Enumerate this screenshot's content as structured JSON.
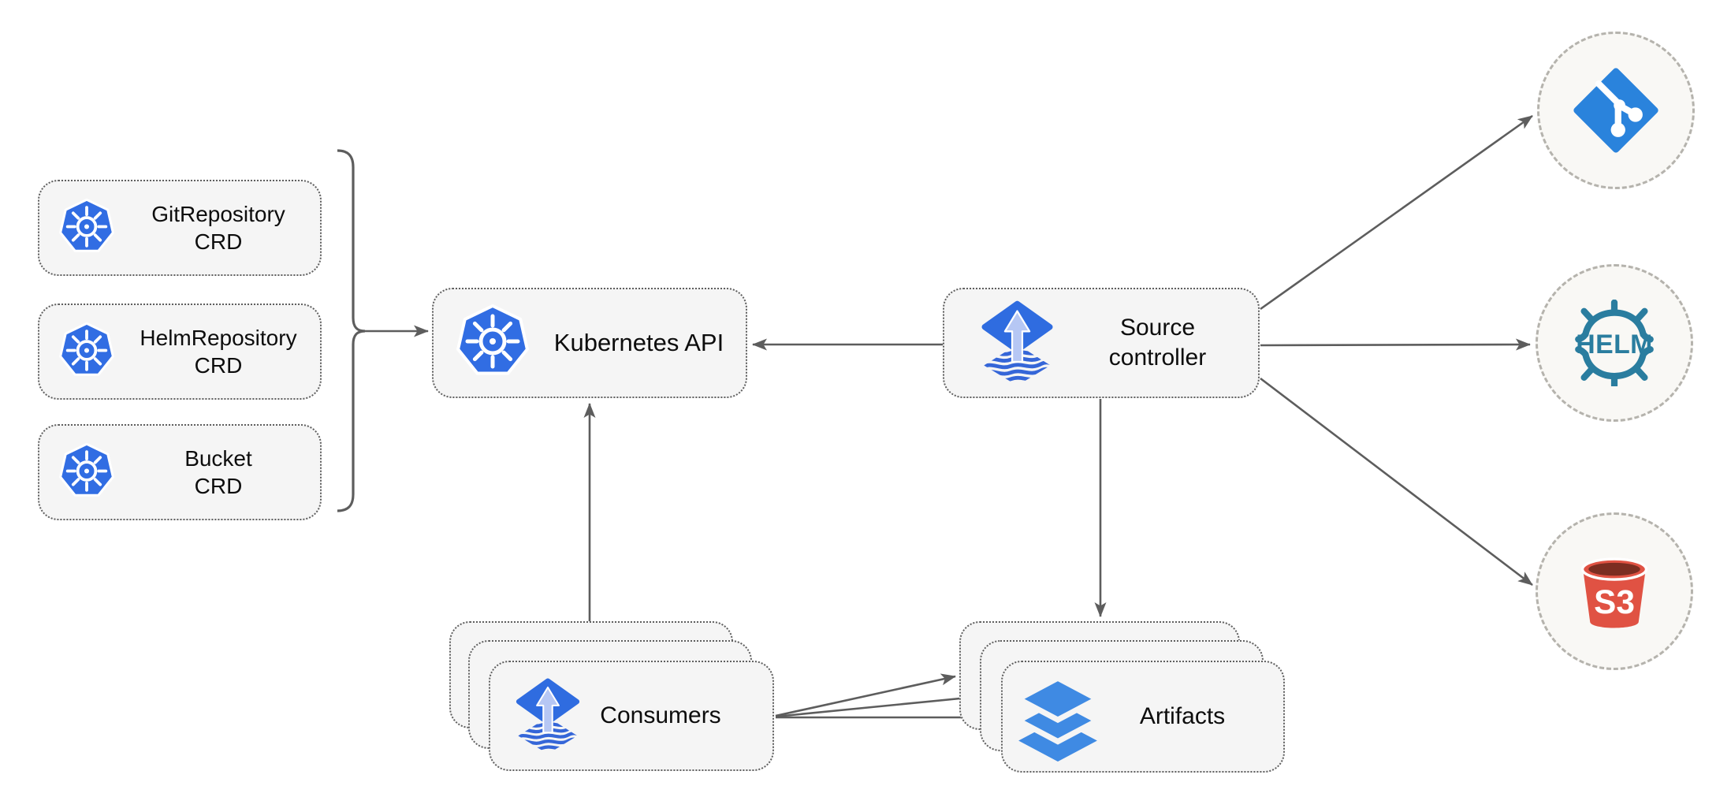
{
  "diagram": {
    "nodes": {
      "crds": [
        {
          "id": "gitrepository-crd",
          "line1": "GitRepository",
          "line2": "CRD",
          "icon": "kubernetes-icon"
        },
        {
          "id": "helmrepository-crd",
          "line1": "HelmRepository",
          "line2": "CRD",
          "icon": "kubernetes-icon"
        },
        {
          "id": "bucket-crd",
          "line1": "Bucket",
          "line2": "CRD",
          "icon": "kubernetes-icon"
        }
      ],
      "kubernetes_api": {
        "label": "Kubernetes API",
        "icon": "kubernetes-icon"
      },
      "source_controller": {
        "line1": "Source",
        "line2": "controller",
        "icon": "flux-icon"
      },
      "consumers": {
        "label": "Consumers",
        "icon": "flux-icon",
        "stacked": 3
      },
      "artifacts": {
        "label": "Artifacts",
        "icon": "layers-icon",
        "stacked": 3
      },
      "externals": [
        {
          "id": "git-endpoint",
          "icon": "git-icon",
          "text": ""
        },
        {
          "id": "helm-endpoint",
          "icon": "helm-icon",
          "text": "HELM"
        },
        {
          "id": "s3-endpoint",
          "icon": "s3-icon",
          "text": "S3"
        }
      ]
    },
    "edges": [
      {
        "from": "crd-group-bracket",
        "to": "kubernetes-api"
      },
      {
        "from": "source-controller",
        "to": "kubernetes-api"
      },
      {
        "from": "consumers",
        "to": "kubernetes-api"
      },
      {
        "from": "source-controller",
        "to": "artifacts"
      },
      {
        "from": "source-controller",
        "to": "git-endpoint"
      },
      {
        "from": "source-controller",
        "to": "helm-endpoint"
      },
      {
        "from": "source-controller",
        "to": "s3-endpoint"
      },
      {
        "from": "consumers",
        "to": "artifacts",
        "count": 3
      }
    ],
    "colors": {
      "kubernetes_blue": "#316de3",
      "flux_blue": "#2f6ce0",
      "flux_arrow_light": "#b6c7f4",
      "flux_wave_blue": "#3566d8",
      "layers_blue": "#3f8ae3",
      "git_blue": "#2a83dc",
      "helm_teal": "#2a7d9f",
      "s3_red": "#e05243",
      "s3_dark_red": "#7b2d21",
      "box_fill": "#f5f5f5",
      "box_border": "#5f5f5f",
      "circle_fill": "#f9f8f5",
      "circle_border": "#b5b3ad",
      "arrow_gray": "#5d5d5d",
      "text_black": "#0d0d0d"
    }
  }
}
